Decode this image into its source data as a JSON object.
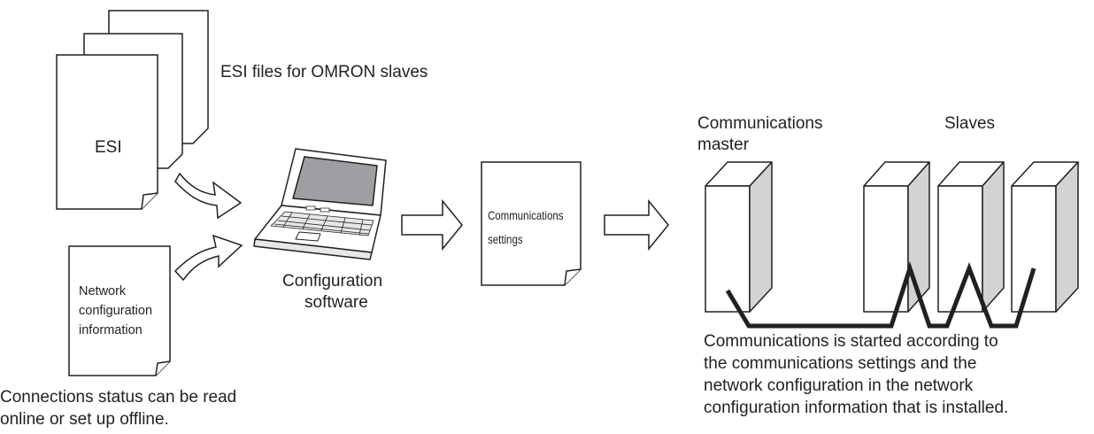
{
  "esi": {
    "doc_label": "ESI",
    "caption": "ESI files for OMRON slaves"
  },
  "network_doc": {
    "lines": [
      "Network",
      "configuration",
      "information"
    ]
  },
  "connections_note": {
    "lines": [
      "Connections status can be read",
      "online or set up offline."
    ]
  },
  "software": {
    "lines": [
      "Configuration",
      "software"
    ]
  },
  "settings_doc": {
    "lines": [
      "Communications",
      "settings"
    ]
  },
  "master": {
    "lines": [
      "Communications",
      "master"
    ]
  },
  "slaves": {
    "label": "Slaves"
  },
  "result_note": {
    "lines": [
      "Communications is started according to",
      "the communications settings and the",
      "network configuration in the network",
      "configuration information that is installed."
    ]
  },
  "colors": {
    "stroke": "#231f20",
    "side_face": "#d1d3d4",
    "screen": "#9d9fa2",
    "keyboard": "#e6e7e8"
  }
}
